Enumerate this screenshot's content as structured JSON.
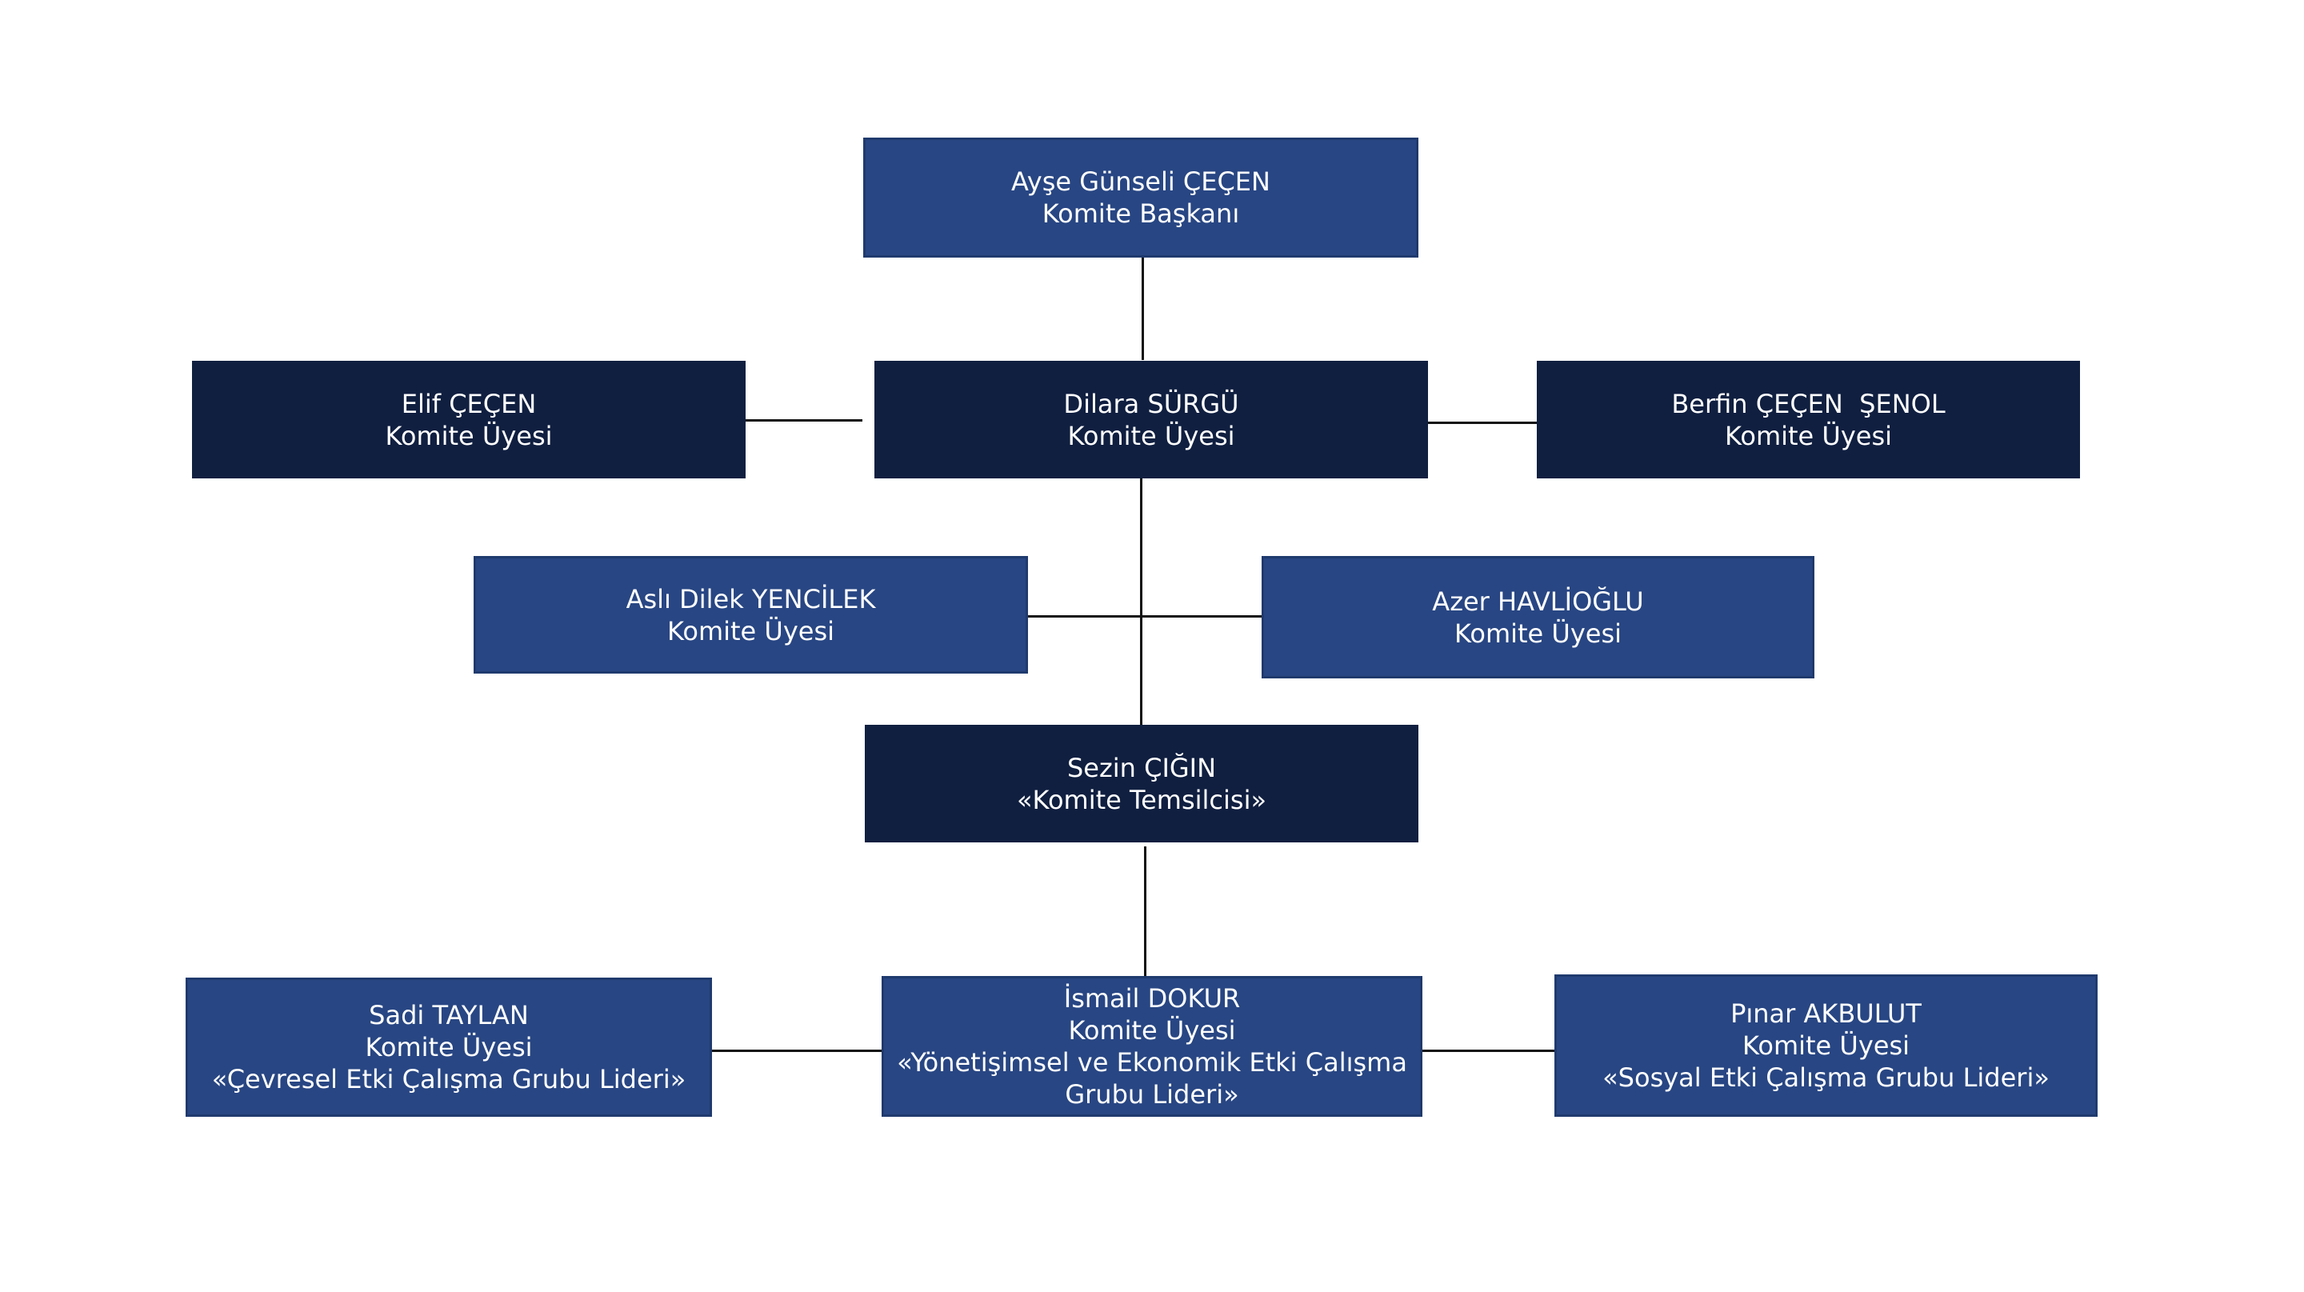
{
  "colors": {
    "mid_blue": "#284683",
    "dark_navy": "#101f40",
    "connector": "#111111",
    "text": "#ffffff"
  },
  "nodes": {
    "chair": {
      "name": "Ayşe Günseli ÇEÇEN",
      "role": "Komite Başkanı"
    },
    "dilara": {
      "name": "Dilara SÜRGÜ",
      "role": "Komite Üyesi"
    },
    "elif": {
      "name": "Elif ÇEÇEN",
      "role": "Komite Üyesi"
    },
    "berfin": {
      "name": "Berfin ÇEÇEN  ŞENOL",
      "role": "Komite Üyesi"
    },
    "asli": {
      "name": "Aslı Dilek YENCİLEK",
      "role": "Komite Üyesi"
    },
    "azer": {
      "name": "Azer HAVLİOĞLU",
      "role": "Komite Üyesi"
    },
    "sezin": {
      "name": "Sezin ÇIĞIN",
      "role": "«Komite Temsilcisi»"
    },
    "sadi": {
      "name": "Sadi TAYLAN",
      "role": "Komite Üyesi",
      "group": "«Çevresel Etki Çalışma Grubu Lideri»"
    },
    "ismail": {
      "name": "İsmail DOKUR",
      "role": "Komite Üyesi",
      "group_line1": "«Yönetişimsel ve Ekonomik Etki Çalışma",
      "group_line2": "Grubu Lideri»"
    },
    "pinar": {
      "name": "Pınar AKBULUT",
      "role": "Komite Üyesi",
      "group": "«Sosyal Etki Çalışma Grubu Lideri»"
    }
  }
}
